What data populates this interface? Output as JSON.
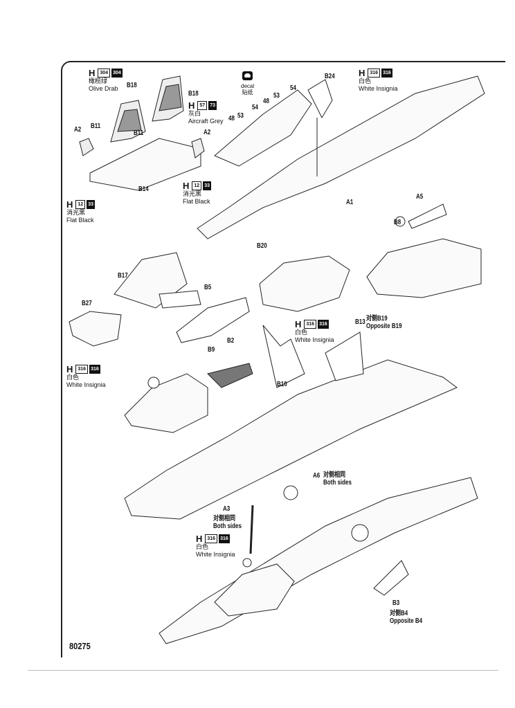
{
  "page_number": "80275",
  "decal": {
    "icon": "decal-icon",
    "label_en": "decal",
    "label_cn": "贴纸"
  },
  "callouts": [
    {
      "prefix": "H",
      "code1": "304",
      "code2": "304",
      "cn": "橄榄绿",
      "en": "Olive Drab"
    },
    {
      "prefix": "H",
      "code1": "57",
      "code2": "73",
      "cn": "灰白",
      "en": "Aircraft Grey"
    },
    {
      "prefix": "H",
      "code1": "12",
      "code2": "33",
      "cn": "消光黑",
      "en": "Flat Black"
    },
    {
      "prefix": "H",
      "code1": "12",
      "code2": "33",
      "cn": "消光黑",
      "en": "Flat Black"
    },
    {
      "prefix": "H",
      "code1": "316",
      "code2": "316",
      "cn": "白色",
      "en": "White Insignia"
    },
    {
      "prefix": "H",
      "code1": "316",
      "code2": "316",
      "cn": "白色",
      "en": "White Insignia"
    },
    {
      "prefix": "H",
      "code1": "316",
      "code2": "316",
      "cn": "白色",
      "en": "White Insignia"
    },
    {
      "prefix": "H",
      "code1": "316",
      "code2": "316",
      "cn": "白色",
      "en": "White Insignia"
    }
  ],
  "parts": {
    "b18a": "B18",
    "b18b": "B18",
    "a2a": "A2",
    "b11a": "B11",
    "b11b": "B11",
    "a2b": "A2",
    "b14": "B14",
    "n48a": "48",
    "n53a": "53",
    "n54a": "54",
    "n48b": "48",
    "n53b": "53",
    "n54b": "54",
    "b24": "B24",
    "a1": "A1",
    "a5": "A5",
    "b8": "B8",
    "b20": "B20",
    "b17": "B17",
    "b5": "B5",
    "b27": "B27",
    "b9": "B9",
    "b2": "B2",
    "b10": "B10",
    "b13": "B13",
    "a6": "A6",
    "a3": "A3",
    "b3": "B3"
  },
  "notes": {
    "opp_b19_cn": "对侧B19",
    "opp_b19_en": "Opposite B19",
    "a6_cn": "对侧相同",
    "a6_en": "Both sides",
    "a3_cn": "对侧相同",
    "a3_en": "Both sides",
    "opp_b4_cn": "对侧B4",
    "opp_b4_en": "Opposite B4"
  }
}
